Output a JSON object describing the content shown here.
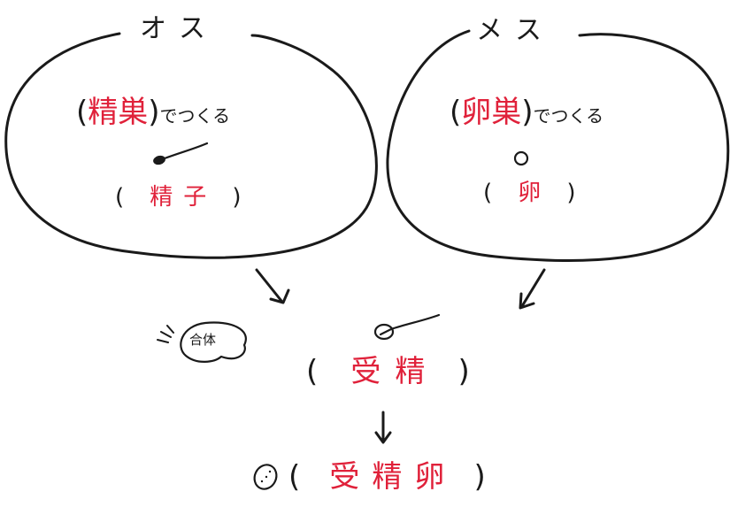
{
  "male": {
    "title": "オス",
    "organ_open": "(",
    "organ": "精巣",
    "organ_close": ")",
    "organ_suffix": "でつくる",
    "cell_open": "(",
    "cell": "精子",
    "cell_close": ")"
  },
  "female": {
    "title": "メス",
    "organ_open": "(",
    "organ": "卵巣",
    "organ_close": ")",
    "organ_suffix": "でつくる",
    "cell_open": "(",
    "cell": "卵",
    "cell_close": ")"
  },
  "union": {
    "bubble": "合体",
    "open": "(",
    "term": "受精",
    "close": ")"
  },
  "result": {
    "open": "(",
    "term": "受精卵",
    "close": ")"
  },
  "colors": {
    "ink": "#1a1a1a",
    "answer": "#e0213a"
  }
}
